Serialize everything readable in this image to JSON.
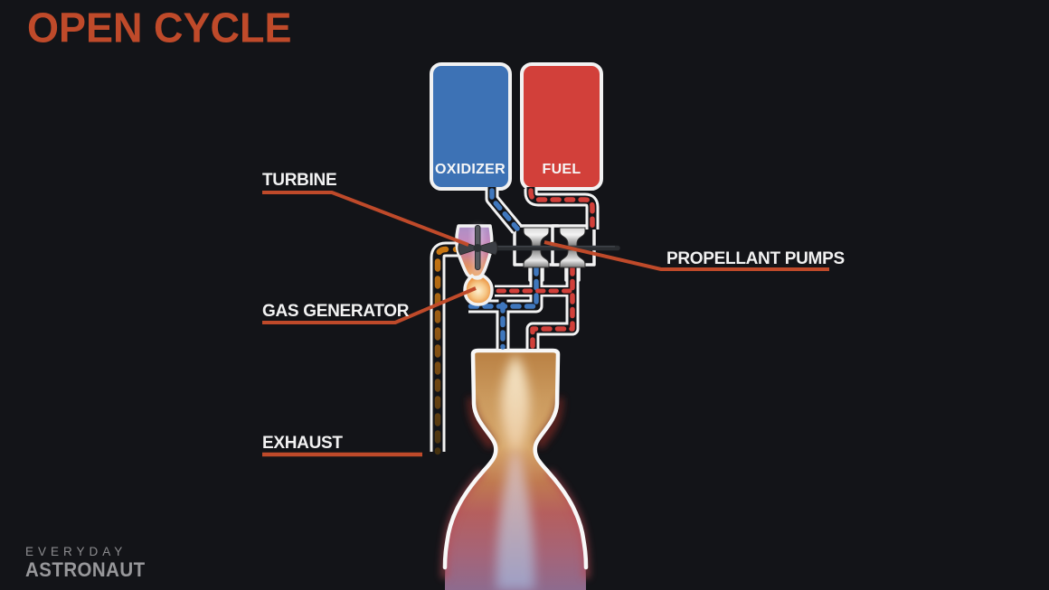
{
  "title": "OPEN CYCLE",
  "colors": {
    "background": "#131418",
    "accent_orange_red": "#bf4a2a",
    "outline_white": "#f2f2f2",
    "oxidizer_blue": "#3d72b5",
    "fuel_red": "#d2403a",
    "exhaust_gas_brown": "#9a5a14",
    "turbine_purple": "#b48cc4",
    "pump_metal_gray": "#bdbdbd"
  },
  "tanks": {
    "oxidizer": {
      "label": "OXIDIZER",
      "color": "#3d72b5"
    },
    "fuel": {
      "label": "FUEL",
      "color": "#d2403a"
    }
  },
  "callouts": {
    "turbine": "TURBINE",
    "gas_generator": "GAS GENERATOR",
    "exhaust": "EXHAUST",
    "propellant_pumps": "PROPELLANT PUMPS"
  },
  "flows": {
    "oxidizer": {
      "color": "#3f77bd",
      "style": "dashed"
    },
    "fuel": {
      "color": "#d2403a",
      "style": "dashed"
    },
    "exhaust_gas": {
      "color": "#9a5a14",
      "style": "dashed"
    }
  },
  "logo": {
    "line1": "EVERYDAY",
    "line2": "ASTRONAUT"
  }
}
